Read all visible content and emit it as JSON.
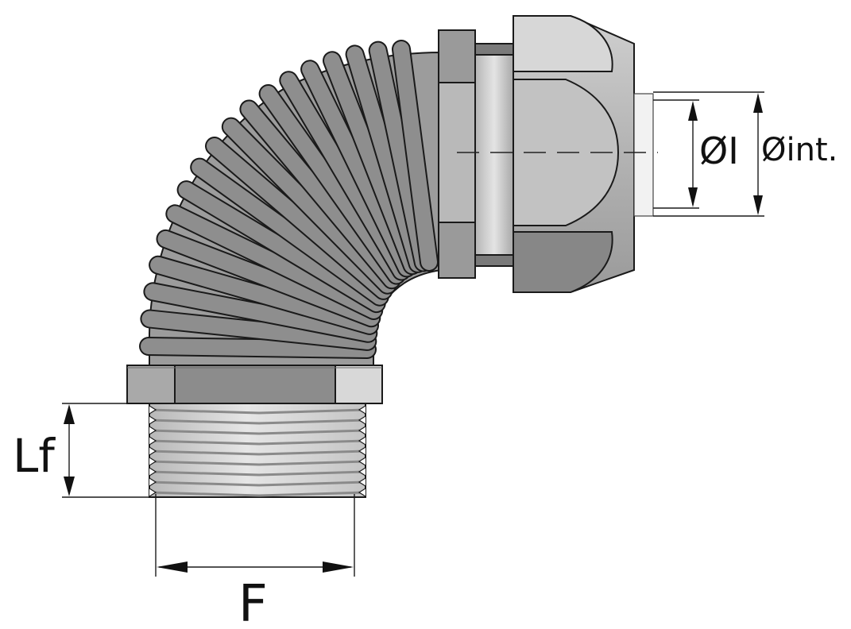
{
  "labels": {
    "thread_length": "Lf",
    "thread_size": "F",
    "inner_diameter": "ØI",
    "internal_diameter": "Øint."
  },
  "coil_count": 18,
  "thread_count": 9,
  "colors": {
    "hose": "#9a9a9a",
    "coil": "#8e8e8e",
    "nut_dark": "#8a8a8a",
    "nut_light": "#d6d6d6",
    "thread": "#c9c9c9",
    "outline": "#1a1a1a"
  }
}
